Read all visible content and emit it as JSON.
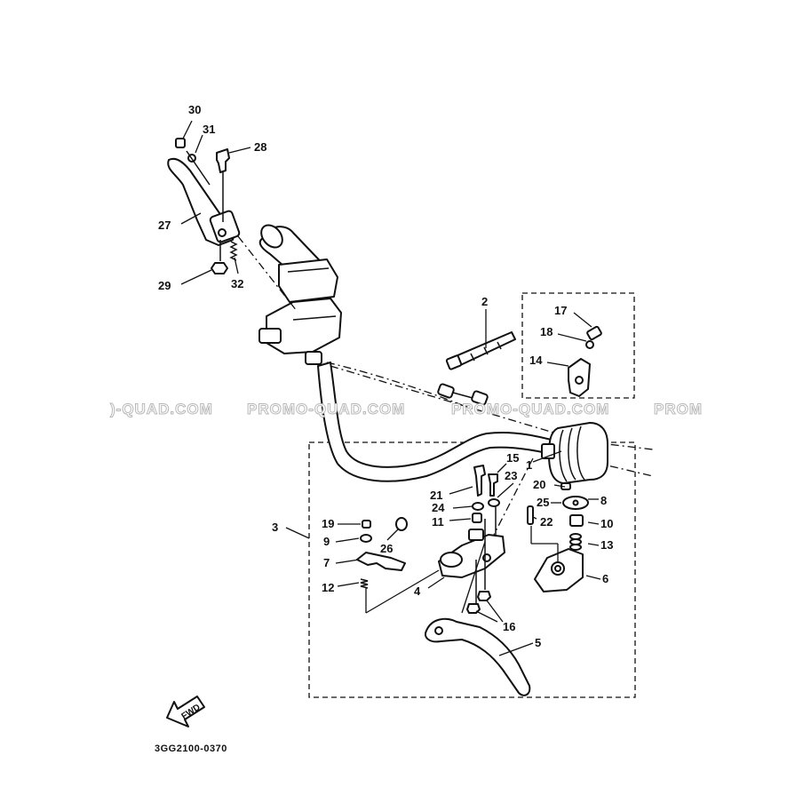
{
  "callouts": {
    "n30": "30",
    "n31": "31",
    "n28": "28",
    "n27": "27",
    "n29": "29",
    "n32": "32",
    "n2": "2",
    "n17": "17",
    "n18": "18",
    "n14": "14",
    "n1": "1",
    "n3": "3",
    "n15": "15",
    "n23": "23",
    "n21": "21",
    "n24": "24",
    "n11": "11",
    "n19": "19",
    "n9": "9",
    "n26": "26",
    "n7": "7",
    "n12": "12",
    "n4": "4",
    "n16": "16",
    "n5": "5",
    "n20": "20",
    "n25": "25",
    "n8": "8",
    "n22": "22",
    "n10": "10",
    "n13": "13",
    "n6": "6"
  },
  "watermark": {
    "w1": ")-QUAD.COM",
    "w2": "PROMO-QUAD.COM",
    "w3": "PROMO-QUAD.COM",
    "w4": "PROM"
  },
  "fwd_label": "FWD",
  "diagram_code": "3GG2100-0370",
  "icons": [
    "fwd-arrow-icon"
  ]
}
